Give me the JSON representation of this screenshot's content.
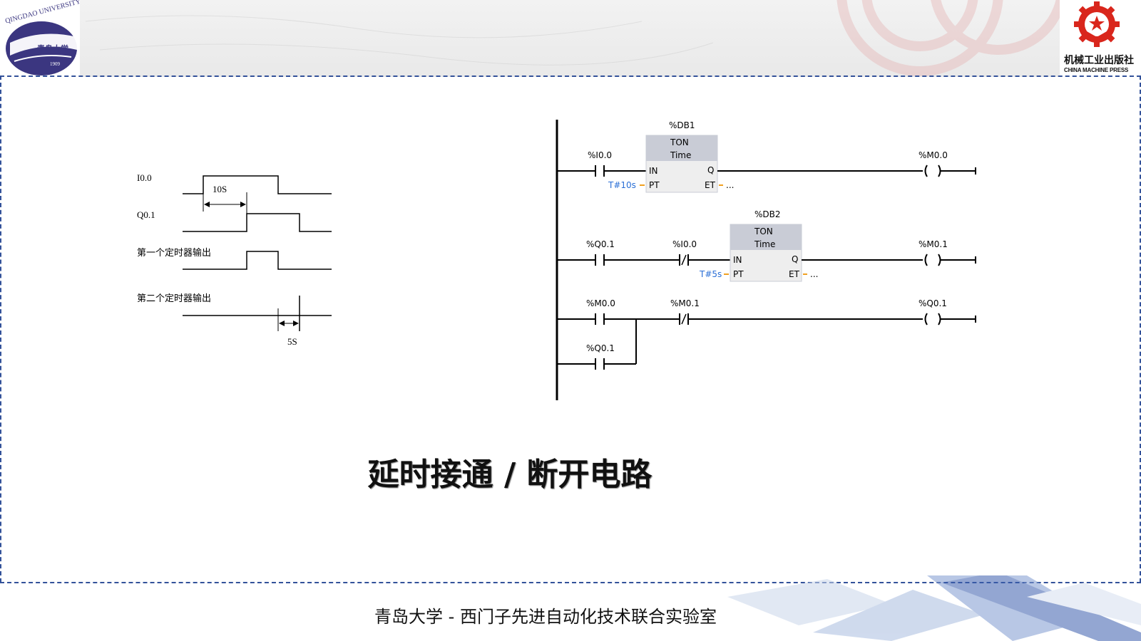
{
  "header": {
    "university_logo": {
      "arc_text": "QINGDAO UNIVERSITY",
      "seal_text": "青岛大学",
      "year": "1909"
    },
    "press_logo": {
      "name_cn": "机械工业出版社",
      "name_en": "CHINA MACHINE PRESS"
    }
  },
  "timing_diagram": {
    "signals": [
      "I0.0",
      "Q0.1",
      "第一个定时器输出",
      "第二个定时器输出"
    ],
    "delay_on": "10S",
    "delay_off": "5S"
  },
  "ladder": {
    "rung1": {
      "db": "%DB1",
      "block_type": "TON",
      "block_subtype": "Time",
      "contact": "%I0.0",
      "pin_in": "IN",
      "pin_q": "Q",
      "pin_pt": "PT",
      "pin_et": "ET",
      "pt_value": "T#10s",
      "et_value": "...",
      "coil": "%M0.0"
    },
    "rung2": {
      "db": "%DB2",
      "block_type": "TON",
      "block_subtype": "Time",
      "contact1": "%Q0.1",
      "contact2": "%I0.0",
      "pin_in": "IN",
      "pin_q": "Q",
      "pin_pt": "PT",
      "pin_et": "ET",
      "pt_value": "T#5s",
      "et_value": "...",
      "coil": "%M0.1"
    },
    "rung3": {
      "contact1": "%M0.0",
      "contact2": "%M0.1",
      "branch_contact": "%Q0.1",
      "coil": "%Q0.1"
    }
  },
  "title": "延时接通 / 断开电路",
  "footer": "青岛大学 - 西门子先进自动化技术联合实验室",
  "colors": {
    "frame": "#33529a",
    "pt_value": "#2a6fd6",
    "et_pin": "#f0a020",
    "block_fill": "#eeeeee",
    "block_header": "#c9ccd6"
  }
}
